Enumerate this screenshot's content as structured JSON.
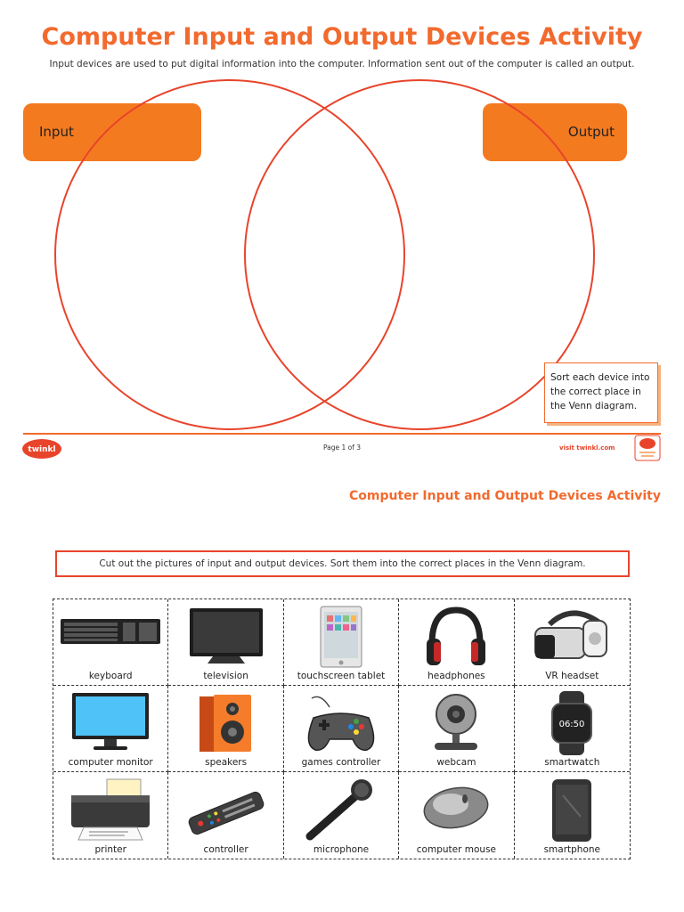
{
  "page1": {
    "title": "Computer Input and Output Devices Activity",
    "intro": "Input devices are used to put digital information into the computer. Information sent out of the computer is called an output.",
    "input_label": "Input",
    "output_label": "Output",
    "sort_note": "Sort each device into the correct place in the Venn diagram.",
    "page_number": "Page 1 of 3",
    "visit": "visit twinkl.com",
    "logo_text": "twinkl"
  },
  "page2": {
    "title": "Computer Input and Output Devices Activity",
    "instruction": "Cut out the pictures of input and output devices. Sort them into the correct places in the Venn diagram.",
    "devices": [
      {
        "label": "keyboard",
        "icon": "keyboard-icon"
      },
      {
        "label": "television",
        "icon": "television-icon"
      },
      {
        "label": "touchscreen tablet",
        "icon": "tablet-icon"
      },
      {
        "label": "headphones",
        "icon": "headphones-icon"
      },
      {
        "label": "VR headset",
        "icon": "vr-headset-icon"
      },
      {
        "label": "computer monitor",
        "icon": "monitor-icon"
      },
      {
        "label": "speakers",
        "icon": "speaker-icon"
      },
      {
        "label": "games controller",
        "icon": "gamepad-icon"
      },
      {
        "label": "webcam",
        "icon": "webcam-icon"
      },
      {
        "label": "smartwatch",
        "icon": "smartwatch-icon"
      },
      {
        "label": "printer",
        "icon": "printer-icon"
      },
      {
        "label": "controller",
        "icon": "remote-icon"
      },
      {
        "label": "microphone",
        "icon": "microphone-icon"
      },
      {
        "label": "computer mouse",
        "icon": "mouse-icon"
      },
      {
        "label": "smartphone",
        "icon": "smartphone-icon"
      }
    ],
    "smartwatch_time": "06:50"
  },
  "colors": {
    "accent": "#f26a2e",
    "tab": "#f47a20",
    "red": "#e8442b"
  }
}
